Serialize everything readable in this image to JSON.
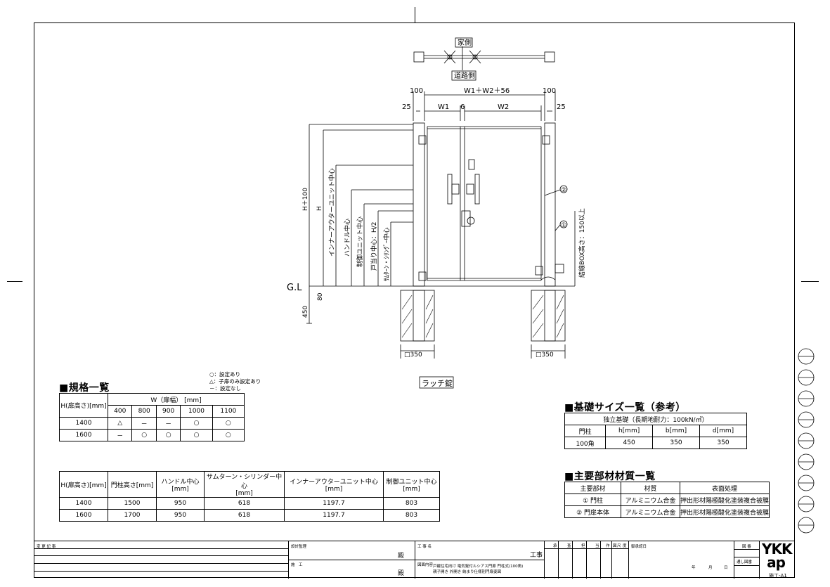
{
  "drawing": {
    "direction_house": "家側",
    "direction_road": "道路側",
    "dim_post_left": "100",
    "dim_post_right": "100",
    "dim_total": "W1＋W2＋56",
    "dim_25_left": "25",
    "dim_25_right": "25",
    "dim_w1": "W1",
    "dim_6": "6",
    "dim_w2": "W2",
    "dim_h100": "H＋100",
    "dim_h": "H",
    "label_inner_outer": "インナーアウターユニット中心",
    "label_handle": "ハンドル中心",
    "label_control": "制御ユニット中心",
    "label_door_stop": "戸当り中心：H/2",
    "label_thumbturn": "ｻﾑﾀｰﾝ・ｼﾘﾝｸﾞｰ中心",
    "label_gl": "G.L",
    "dim_80": "80",
    "dim_450": "450",
    "foundation_left": "□350",
    "foundation_right": "□350",
    "callout_1": "①",
    "callout_2": "②",
    "cable_note": "結線BOX高さ：150以上",
    "latch_label": "ラッチ錠"
  },
  "spec": {
    "title": "■規格一覧",
    "legend": [
      "○：設定あり",
      "△：子扉のみ設定あり",
      "－：設定なし"
    ],
    "w_header": "W（扉幅） [mm]",
    "h_header": "H(扉高さ)[mm]",
    "widths": [
      "400",
      "800",
      "900",
      "1000",
      "1100"
    ],
    "rows": [
      {
        "h": "1400",
        "cells": [
          "△",
          "－",
          "－",
          "○",
          "○"
        ]
      },
      {
        "h": "1600",
        "cells": [
          "－",
          "○",
          "○",
          "○",
          "○"
        ]
      }
    ]
  },
  "heights": {
    "headers": [
      {
        "l1": "H(扉高さ)[mm]",
        "l2": ""
      },
      {
        "l1": "門柱高さ[mm]",
        "l2": ""
      },
      {
        "l1": "ハンドル中心",
        "l2": "[mm]"
      },
      {
        "l1": "サムターン・シリンダー中心",
        "l2": "[mm]"
      },
      {
        "l1": "インナーアウターユニット中心",
        "l2": "[mm]"
      },
      {
        "l1": "制御ユニット中心",
        "l2": "[mm]"
      }
    ],
    "rows": [
      [
        "1400",
        "1500",
        "950",
        "618",
        "1197.7",
        "803"
      ],
      [
        "1600",
        "1700",
        "950",
        "618",
        "1197.7",
        "803"
      ]
    ]
  },
  "foundation": {
    "title": "■基礎サイズ一覧（参考）",
    "subheader": "独立基礎（長期地耐力：100kN/㎡）",
    "headers": [
      "門柱",
      "h[mm]",
      "b[mm]",
      "d[mm]"
    ],
    "row": [
      "100角",
      "450",
      "350",
      "350"
    ]
  },
  "materials": {
    "title": "■主要部材材質一覧",
    "headers": [
      "主要部材",
      "材質",
      "表面処理"
    ],
    "rows": [
      [
        "① 門柱",
        "アルミニウム合金",
        "押出形材陽極酸化塗装複合被膜"
      ],
      [
        "② 門扉本体",
        "アルミニウム合金",
        "押出形材陽極酸化塗装複合被膜"
      ]
    ]
  },
  "title_block": {
    "revision_label": "変 更 記 事",
    "design_label": "設計監理",
    "construction_label": "施　工",
    "dono1": "殿",
    "dono2": "殿",
    "project_label": "工 事 名",
    "koji": "工事",
    "contents_label": "図面内容",
    "contents_line1": "戸建住宅向け 電気錠付ルシアス門扉 門柱式(100角)",
    "contents_line2": "親子開き 外開き 納まり仕様別門扉姿図",
    "stamp_cols": [
      "承",
      "査",
      "担",
      "当",
      "作",
      "図",
      "尺",
      "度"
    ],
    "date_label": "御承認日",
    "date_fields": [
      "年",
      "月",
      "日"
    ],
    "drawing_no_label": "図 番",
    "serial_label": "通し図番",
    "logo": "YKK ap",
    "sheet_no": "施工-A1"
  }
}
